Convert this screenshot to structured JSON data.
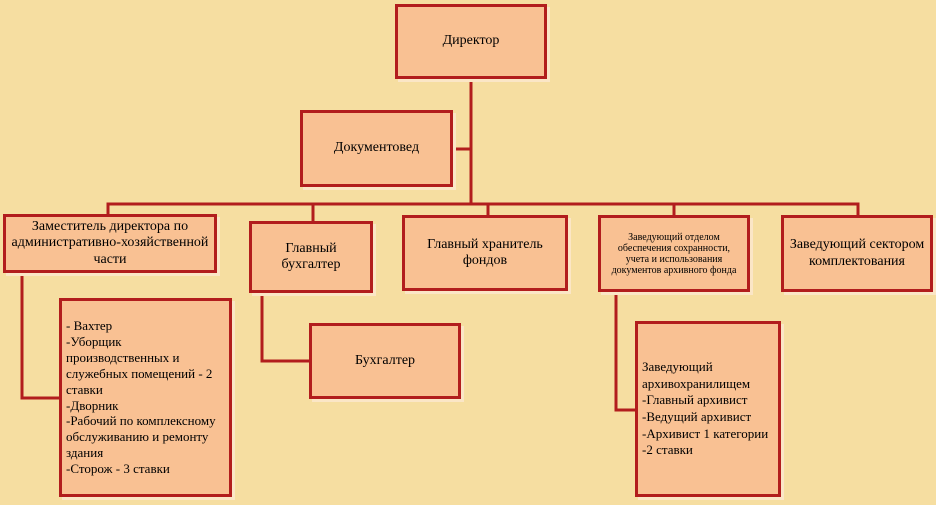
{
  "colors": {
    "background": "#f6dea1",
    "box_fill": "#f9c193",
    "box_border": "#b21d1d",
    "connector": "#b21d1d"
  },
  "nodes": {
    "director": "Директор",
    "documentoved": "Документовед",
    "deputy": "Заместитель  директора по административно-хозяйственной части",
    "chief_accountant": "Главный\nбухгалтер",
    "chief_keeper": "Главный хранитель фондов",
    "head_safety": "Заведующий отделом обеспечения  сохранности, учета и использования документов архивного фонда",
    "head_acquisition": "Заведующий сектором комплектования",
    "accountant": "Бухгалтер"
  },
  "lists": {
    "deputy_staff": [
      "- Вахтер",
      "-Уборщик производственных  и служебных помещений  - 2 ставки",
      "-Дворник",
      "-Рабочий по комплексному обслуживанию  и ремонту здания",
      "-Сторож - 3 ставки"
    ],
    "archive_staff": [
      "Заведующий архивохранилищем",
      "-Главный архивист",
      "-Ведущий архивист",
      "-Архивист 1 категории -2 ставки"
    ]
  }
}
